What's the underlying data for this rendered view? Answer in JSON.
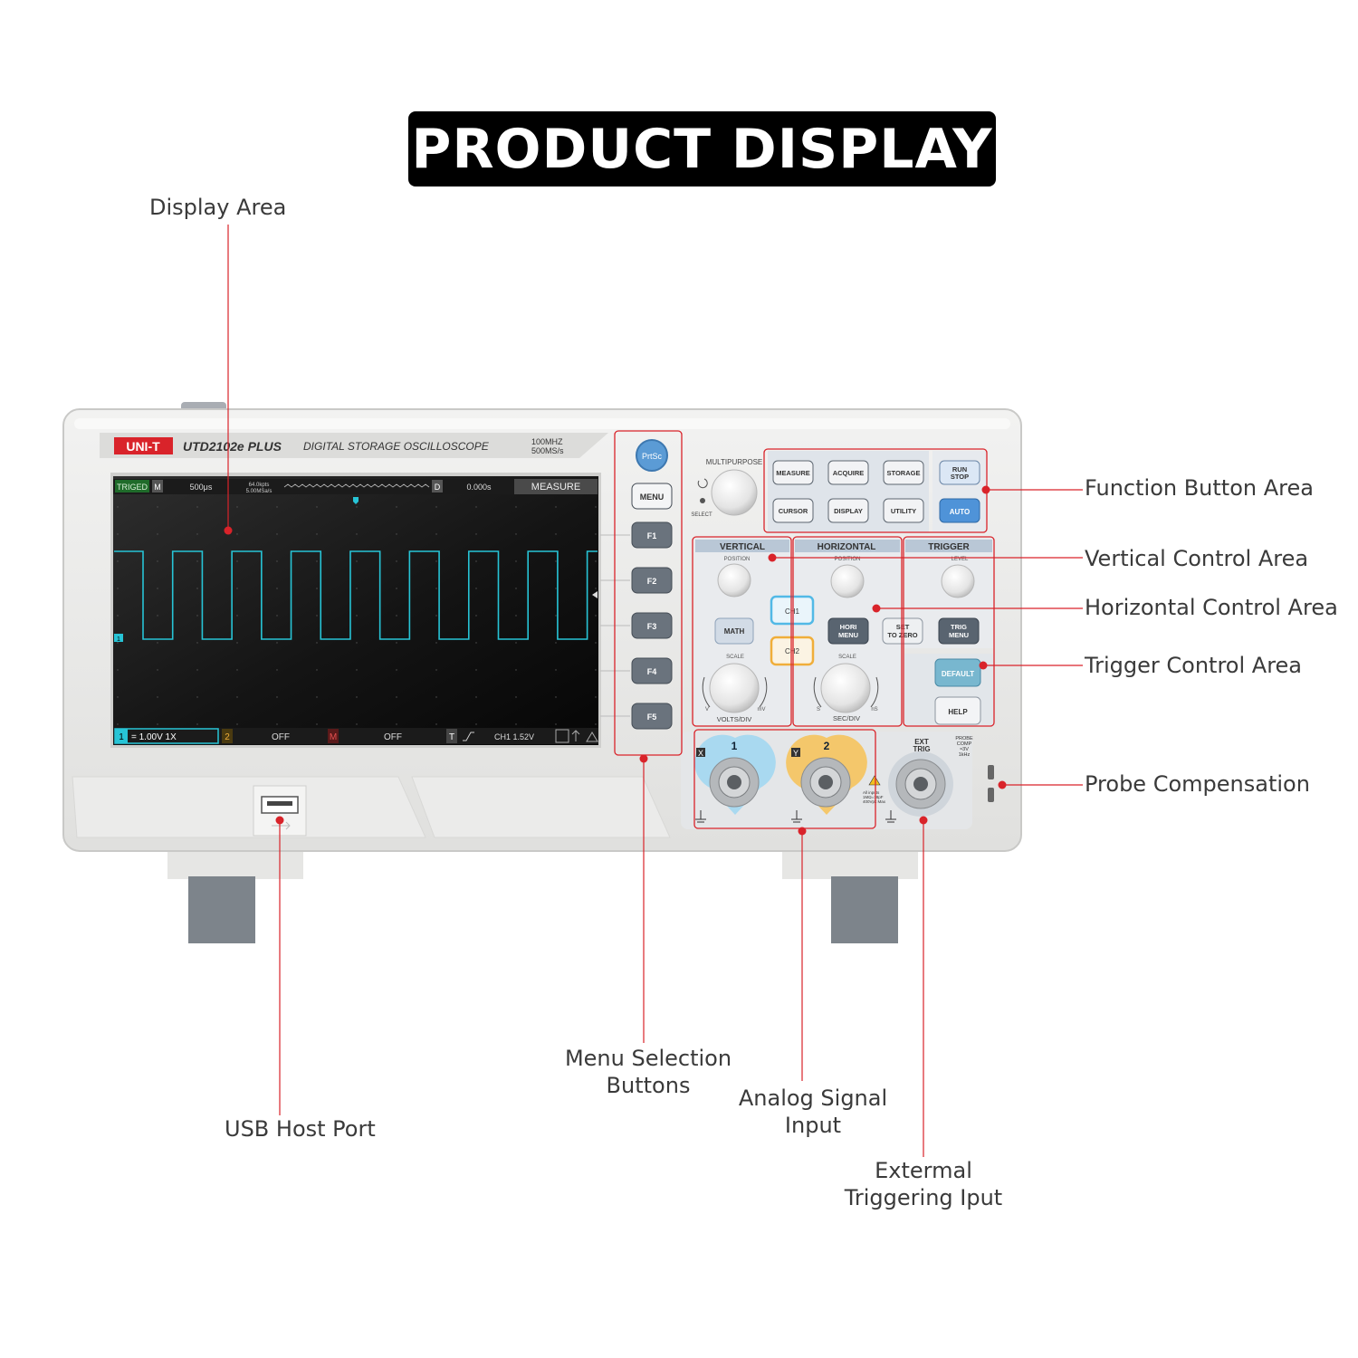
{
  "title": "PRODUCT DISPLAY",
  "callouts": {
    "display_area": "Display Area",
    "function_button_area": "Function Button Area",
    "vertical_control_area": "Vertical Control Area",
    "horizontal_control_area": "Horizontal Control Area",
    "trigger_control_area": "Trigger Control Area",
    "probe_compensation": "Probe Compensation",
    "usb_host_port": "USB Host Port",
    "menu_selection_1": "Menu Selection",
    "menu_selection_2": "Buttons",
    "analog_signal_1": "Analog Signal",
    "analog_signal_2": "Input",
    "external_trig_1": "Extermal",
    "external_trig_2": "Triggering Iput"
  },
  "device": {
    "brand": "UNI-T",
    "model": "UTD2102e PLUS",
    "description": "DIGITAL STORAGE OSCILLOSCOPE",
    "bandwidth": "100MHZ",
    "sample_rate": "500MS/s"
  },
  "screen": {
    "status": "TRIGED",
    "mode": "M",
    "timebase": "500μs",
    "memory_depth": "64.0kpts",
    "sampling": "5.00MSa/s",
    "delay_label": "D",
    "delay": "0.000s",
    "menu_title": "MEASURE",
    "ch1_marker": "1",
    "ch1_setting": "= 1.00V  1X",
    "ch2_marker": "2",
    "ch2_setting": "OFF",
    "math_marker": "M",
    "math_setting": "OFF",
    "trigger_marker": "T",
    "trigger_setting": "CH1  1.52V"
  },
  "buttons": {
    "prtsc": "PrtSc",
    "menu": "MENU",
    "f1": "F1",
    "f2": "F2",
    "f3": "F3",
    "f4": "F4",
    "f5": "F5",
    "multipurpose": "MULTIPURPOSE",
    "select": "SELECT",
    "measure": "MEASURE",
    "acquire": "ACQUIRE",
    "storage": "STORAGE",
    "run_stop_1": "RUN",
    "run_stop_2": "STOP",
    "cursor": "CURSOR",
    "display": "DISPLAY",
    "utility": "UTILITY",
    "auto": "AUTO",
    "vertical": "VERTICAL",
    "horizontal": "HORIZONTAL",
    "trigger": "TRIGGER",
    "position": "POSITION",
    "level": "LEVEL",
    "math": "MATH",
    "ch1": "CH1",
    "ch2": "CH2",
    "hori_menu_1": "HORI",
    "hori_menu_2": "MENU",
    "set_zero_1": "SET",
    "set_zero_2": "TO ZERO",
    "trig_menu_1": "TRIG",
    "trig_menu_2": "MENU",
    "default": "DEFAULT",
    "help": "HELP",
    "scale": "SCALE",
    "volts_div": "VOLTS/DIV",
    "sec_div": "SEC/DIV",
    "unit_v": "V",
    "unit_mv": "mV",
    "unit_s": "S",
    "unit_ns": "nS"
  },
  "inputs": {
    "ch1_label": "1",
    "ch2_label": "2",
    "x_label": "X",
    "y_label": "Y",
    "ext_trig_1": "EXT",
    "ext_trig_2": "TRIG",
    "warning_1": "All inputs",
    "warning_2": "1MΩ=18pF",
    "warning_3": "400Vpk Max",
    "probe_comp_1": "PROBE",
    "probe_comp_2": "COMP",
    "probe_comp_3": "≈3V",
    "probe_comp_4": "1kHz"
  },
  "waveform": {
    "period_divisions": 1.0,
    "duty_cycle": 0.5,
    "cycles_visible": 8
  },
  "colors": {
    "callout_line": "#d9232a",
    "trace": "#27c4d6",
    "ch1": "#52b9e6",
    "ch2": "#f0ae3a",
    "brand": "#d9232a"
  }
}
